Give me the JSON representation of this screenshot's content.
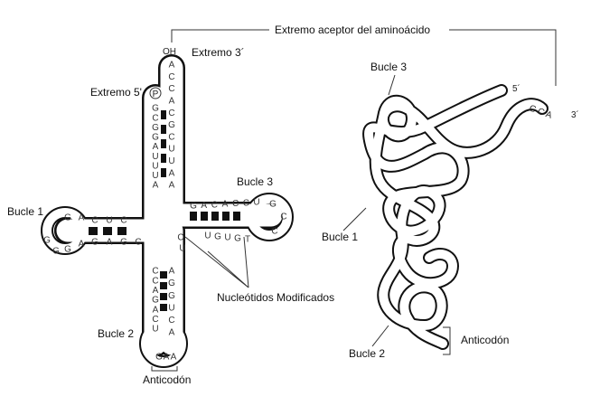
{
  "labels": {
    "acceptor": "Extremo aceptor del aminoácido",
    "end3": "Extremo 3´",
    "end5": "Extremo 5'",
    "oh": "OH",
    "phosphate": "P",
    "loop1_left": "Bucle 1",
    "loop3_left": "Bucle 3",
    "loop2_left": "Bucle 2",
    "anticodon_left": "Anticodón",
    "modified": "Nucleótidos Modificados",
    "loop3_right": "Bucle 3",
    "loop1_right": "Bucle 1",
    "loop2_right": "Bucle 2",
    "anticodon_right": "Anticodón",
    "right_5": "5´",
    "right_3": "3´",
    "right_cca": "C C A"
  },
  "sequences": {
    "acceptor_3prime": [
      "A",
      "C",
      "C",
      "A",
      "C",
      "G",
      "C",
      "U",
      "U",
      "A",
      "A"
    ],
    "acceptor_5prime": [
      "G",
      "C",
      "G",
      "G",
      "A",
      "U",
      "U",
      "U",
      "A"
    ],
    "d_arm_top": [
      "G",
      "A",
      "C",
      "U",
      "C"
    ],
    "d_arm_bottom": [
      "G",
      "G",
      "G",
      "A",
      "G",
      "A",
      "G",
      "C"
    ],
    "tpsi_top": [
      "G",
      "A",
      "C",
      "A",
      "C",
      "C",
      "U"
    ],
    "tpsi_loop": [
      "G",
      "C",
      "C"
    ],
    "tpsi_bottom": [
      "U",
      "G",
      "U",
      "G",
      "T"
    ],
    "anticodon_left": [
      "C",
      "C",
      "A",
      "G",
      "A",
      "C",
      "U"
    ],
    "anticodon_right": [
      "A",
      "G",
      "G",
      "U",
      "C",
      "A"
    ],
    "anticodon_loop": [
      "G",
      "A",
      "A"
    ],
    "variable": [
      "C",
      "U"
    ]
  }
}
